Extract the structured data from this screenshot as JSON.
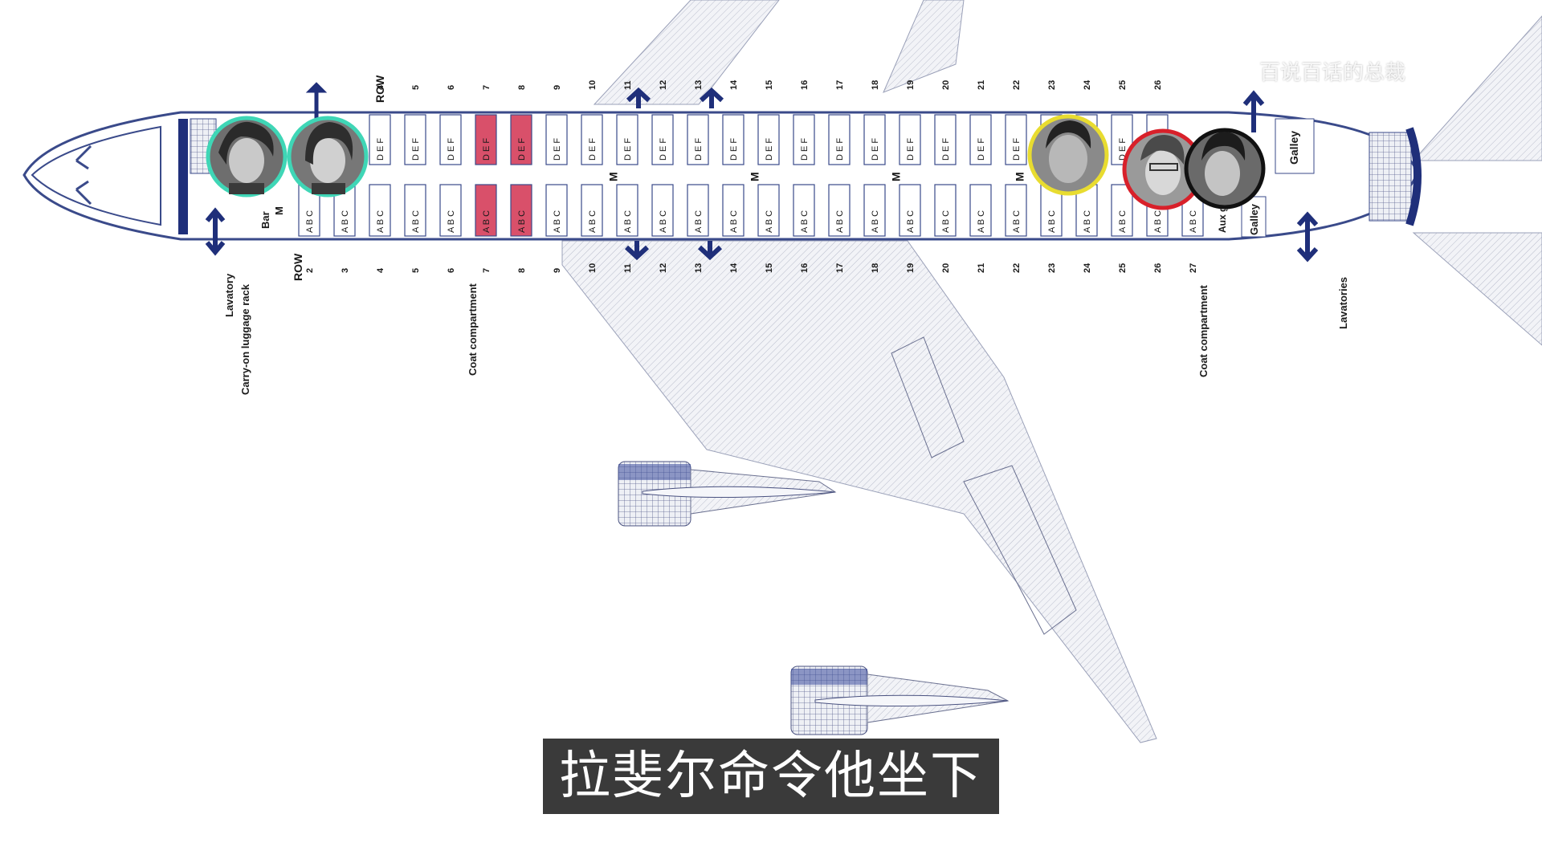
{
  "watermark": "百说百话的总裁",
  "subtitle": "拉斐尔命令他坐下",
  "labels": {
    "row": "ROW",
    "lavatory": "Lavatory",
    "carry_on": "Carry-on luggage rack",
    "coat_front": "Coat compartment",
    "coat_rear": "Coat compartment",
    "lavatories": "Lavatories",
    "bar": "Bar",
    "bar_m": "M",
    "galley_top": "Galley",
    "galley_bottom": "Galley",
    "aux_galley": "Aux gal",
    "movie_m": "M"
  },
  "rows": [
    "2",
    "3",
    "4",
    "5",
    "6",
    "7",
    "8",
    "9",
    "10",
    "11",
    "12",
    "13",
    "14",
    "15",
    "16",
    "17",
    "18",
    "19",
    "20",
    "21",
    "22",
    "23",
    "24",
    "25",
    "26",
    "27"
  ],
  "top_rows": [
    "4",
    "5",
    "6",
    "7",
    "8",
    "9",
    "10",
    "11",
    "12",
    "13",
    "14",
    "15",
    "16",
    "17",
    "18",
    "19",
    "20",
    "21",
    "22",
    "23",
    "24",
    "25",
    "26"
  ],
  "seat_letters": {
    "left": "A B C",
    "right": "D E F"
  },
  "highlighted_rows": [
    "7",
    "8"
  ],
  "colors": {
    "highlight": "#d9506a",
    "arrow": "#1f2f7a",
    "outline": "#3a4a8a",
    "hatch": "#8a90a8"
  },
  "people": [
    {
      "id": "stewardess-1",
      "ring": "#3fd6b6"
    },
    {
      "id": "stewardess-2",
      "ring": "#3fd6b6"
    },
    {
      "id": "passenger-yellow",
      "ring": "#e8dc30"
    },
    {
      "id": "passenger-red",
      "ring": "#d8202a"
    },
    {
      "id": "passenger-black",
      "ring": "#111111"
    }
  ]
}
